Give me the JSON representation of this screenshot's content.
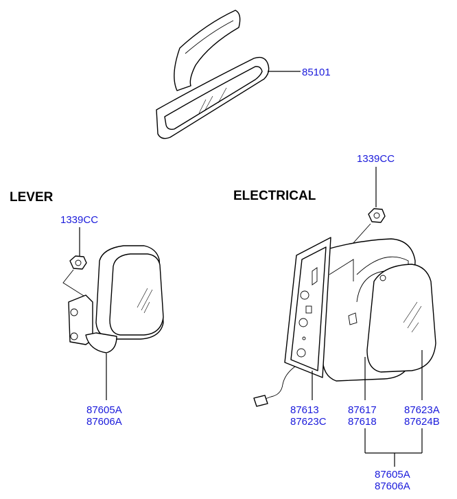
{
  "headers": {
    "lever": "LEVER",
    "electrical": "ELECTRICAL"
  },
  "parts": {
    "rear_mirror": "85101",
    "nut_electrical": "1339CC",
    "nut_lever": "1339CC",
    "lever_assy_left": "87605A",
    "lever_assy_right": "87606A",
    "housing_a": "87613",
    "housing_b": "87623C",
    "glass_a": "87617",
    "glass_b": "87618",
    "cover_a": "87623A",
    "cover_b": "87624B",
    "elec_assy_left": "87605A",
    "elec_assy_right": "87606A"
  },
  "colors": {
    "part_number": "#1a1adb",
    "header": "#000000"
  }
}
